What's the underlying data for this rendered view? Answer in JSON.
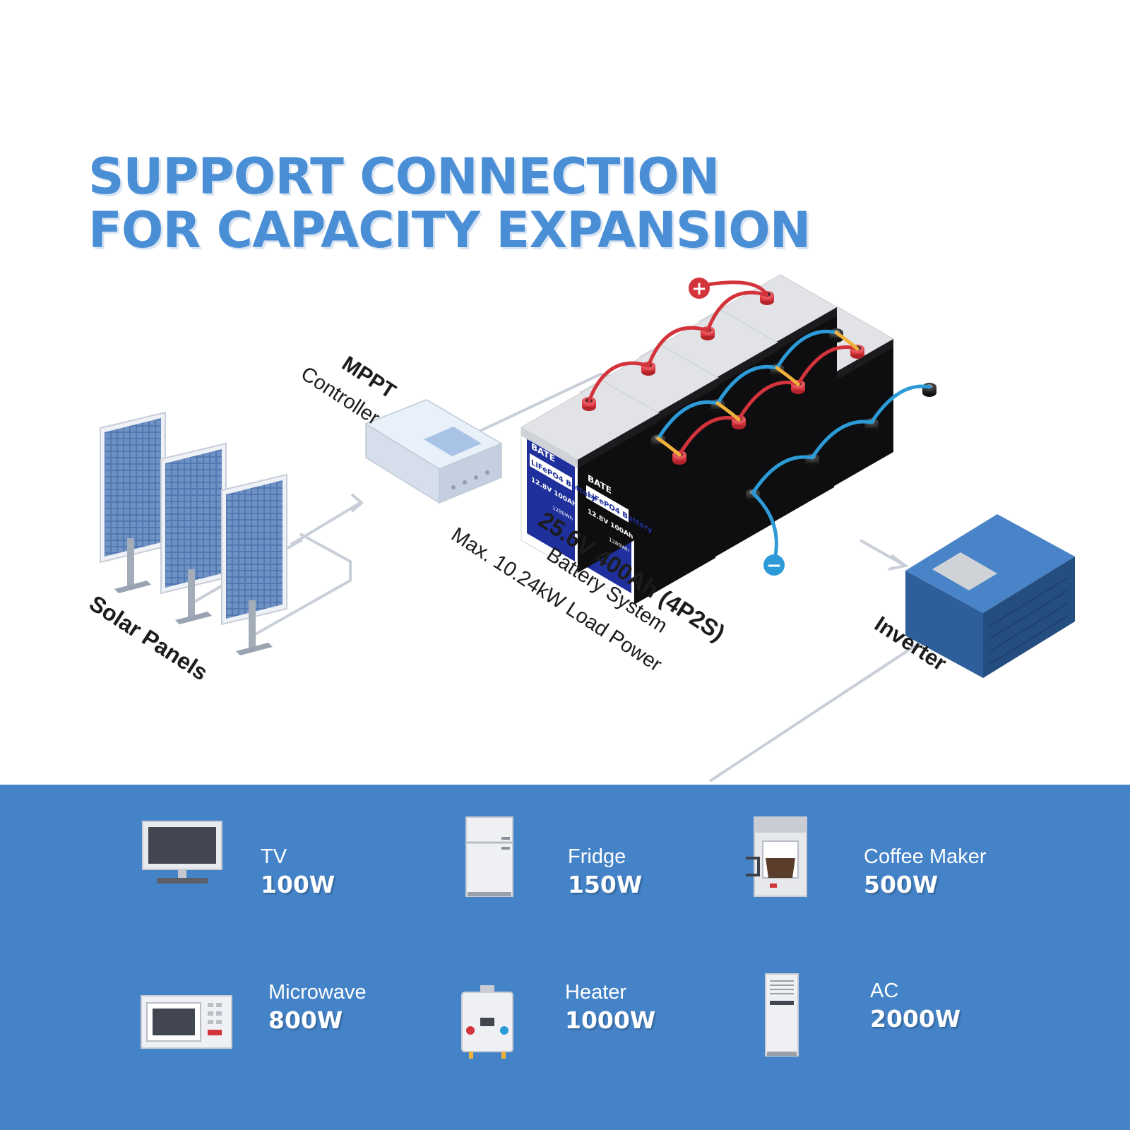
{
  "header": {
    "line1": "SUPPORT CONNECTION",
    "line2": "FOR CAPACITY EXPANSION"
  },
  "diagram": {
    "solar_label": "Solar Panels",
    "mppt_label_line1": "MPPT",
    "mppt_label_line2": "Controller",
    "battery_system_line1": "25.6V 400Ah (4P2S)",
    "battery_system_line2": "Battery System",
    "load_power": "Max. 10.24kW Load Power",
    "inverter_label": "Inverter",
    "battery_brand": "BATE",
    "battery_name": "LiFePO4 Battery",
    "battery_spec": "12.8V 100Ah",
    "battery_energy": "1280Wh",
    "positive_symbol": "+",
    "negative_symbol": "−"
  },
  "appliances": [
    {
      "name": "TV",
      "power": "100W",
      "icon": "tv-icon"
    },
    {
      "name": "Fridge",
      "power": "150W",
      "icon": "fridge-icon"
    },
    {
      "name": "Coffee Maker",
      "power": "500W",
      "icon": "coffee-maker-icon"
    },
    {
      "name": "Microwave",
      "power": "800W",
      "icon": "microwave-icon"
    },
    {
      "name": "Heater",
      "power": "1000W",
      "icon": "water-heater-icon"
    },
    {
      "name": "AC",
      "power": "2000W",
      "icon": "air-conditioner-icon"
    }
  ],
  "colors": {
    "accent_blue": "#4a8fd6",
    "panel_blue": "#4483c8",
    "positive_red": "#d3343c",
    "negative_blue": "#2c9bd8",
    "battery_top": "#e1e3e6",
    "battery_label": "#1f2f9c"
  }
}
